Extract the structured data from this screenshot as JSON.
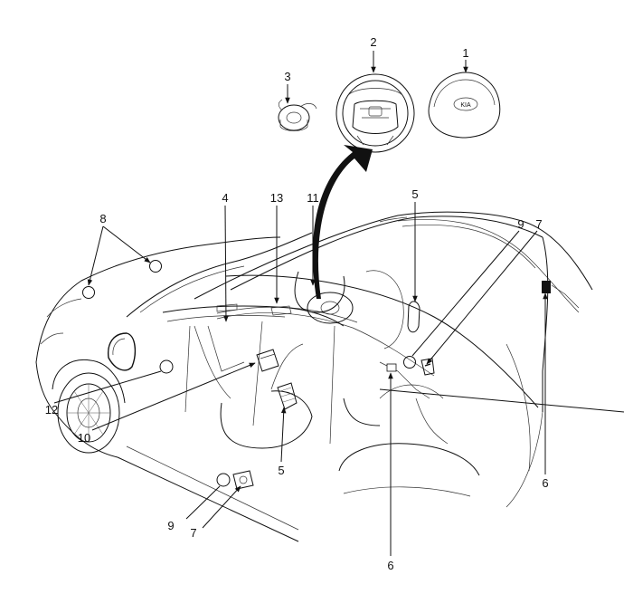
{
  "diagram": {
    "callouts": [
      {
        "id": "c1",
        "text": "1"
      },
      {
        "id": "c2",
        "text": "2"
      },
      {
        "id": "c3",
        "text": "3"
      },
      {
        "id": "c4",
        "text": "4"
      },
      {
        "id": "c5a",
        "text": "5"
      },
      {
        "id": "c5b",
        "text": "5"
      },
      {
        "id": "c6a",
        "text": "6"
      },
      {
        "id": "c6b",
        "text": "6"
      },
      {
        "id": "c7a",
        "text": "7"
      },
      {
        "id": "c7b",
        "text": "7"
      },
      {
        "id": "c8",
        "text": "8"
      },
      {
        "id": "c9a",
        "text": "9"
      },
      {
        "id": "c9b",
        "text": "9"
      },
      {
        "id": "c10",
        "text": "10"
      },
      {
        "id": "c11",
        "text": "11"
      },
      {
        "id": "c12",
        "text": "12"
      },
      {
        "id": "c13",
        "text": "13"
      }
    ],
    "logo_text": "KIA",
    "colors": {
      "line": "#111111",
      "fill": "#ffffff",
      "shade": "#e6e6e6",
      "dark": "#111111"
    }
  }
}
